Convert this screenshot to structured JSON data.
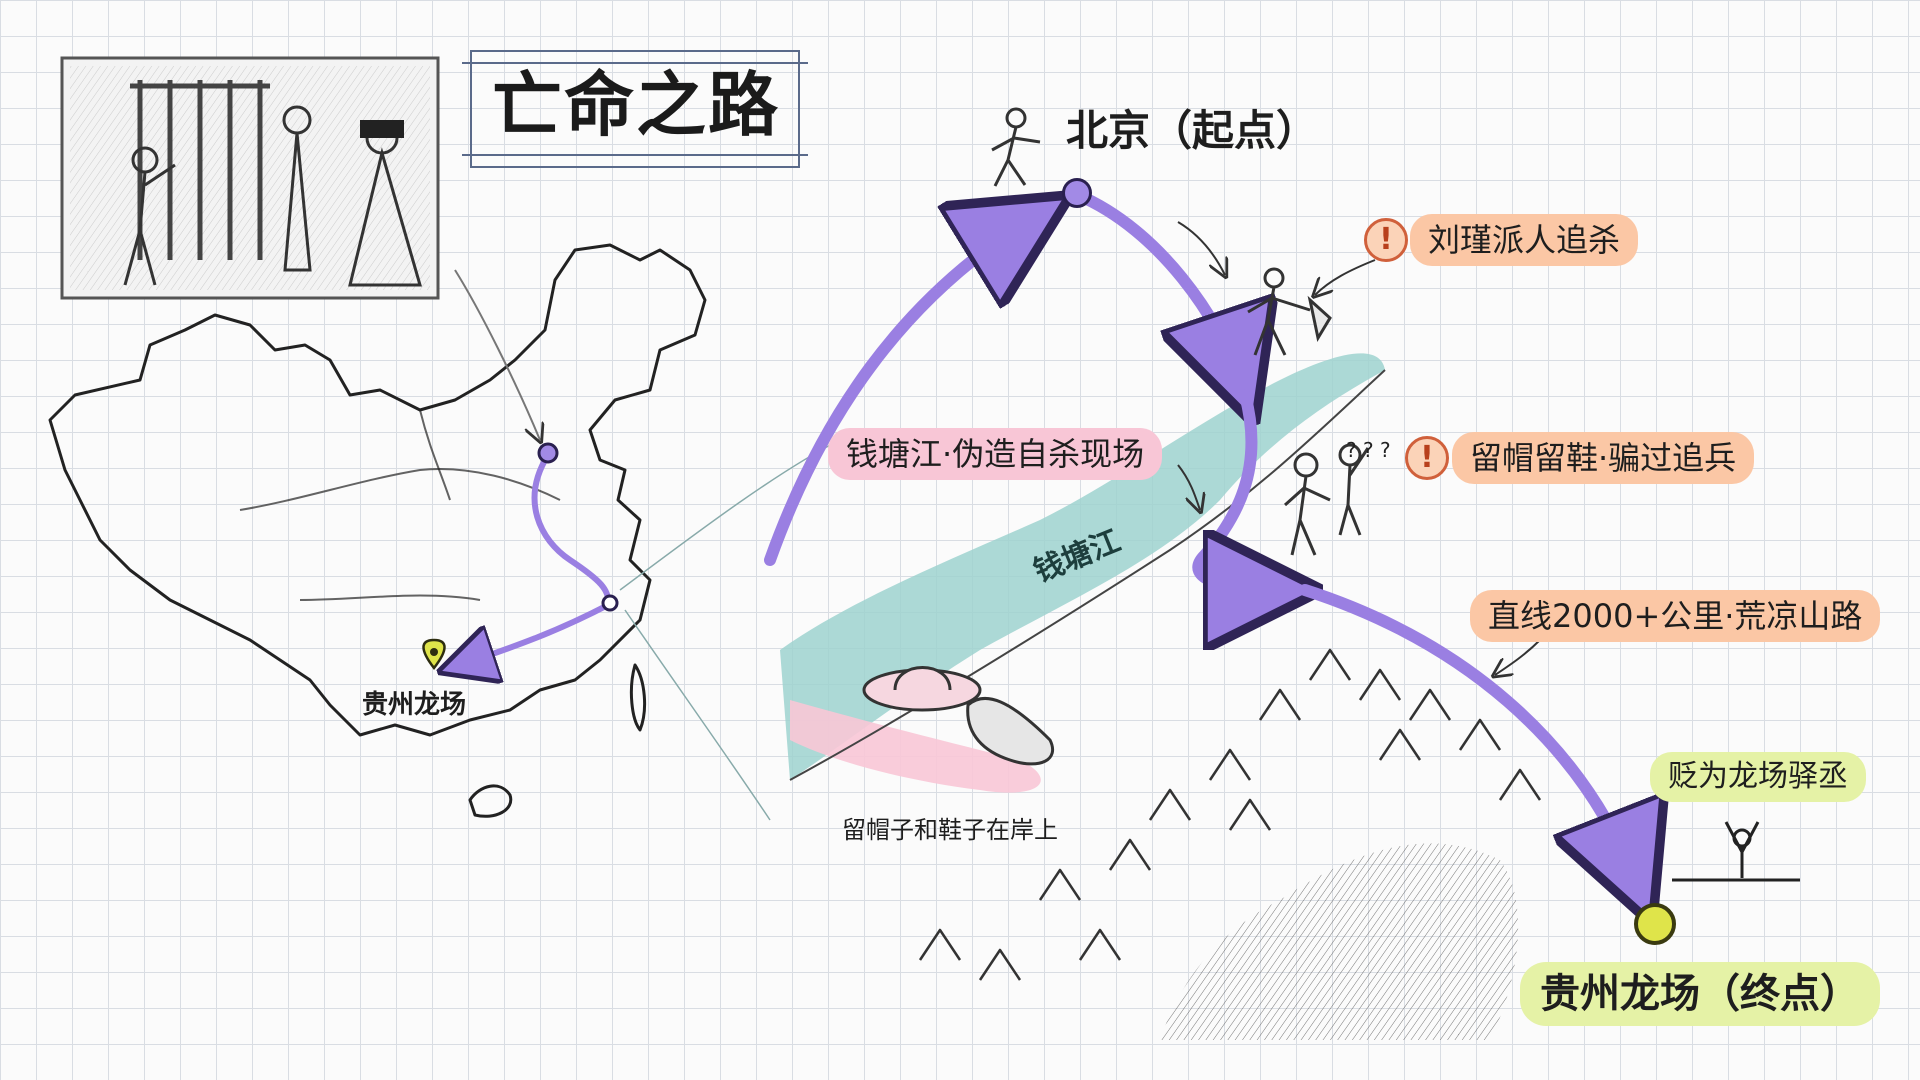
{
  "title": "亡命之路",
  "labels": {
    "beijing_start": "北京（起点）",
    "liu_jin": "刘瑾派人追杀",
    "qiantang_fake": "钱塘江·伪造自杀现场",
    "hat_shoes_trick": "留帽留鞋·骗过追兵",
    "qiantang_river": "钱塘江",
    "distance": "直线2000+公里·荒凉山路",
    "demoted": "贬为龙场驿丞",
    "guizhou_end": "贵州龙场（终点）",
    "guizhou_map": "贵州龙场",
    "hat_shoes_caption": "留帽子和鞋子在岸上",
    "question_marks": "? ? ?",
    "warning_mark": "!"
  },
  "colors": {
    "route_purple": "#9a7fe2",
    "route_purple_dark": "#2f2456",
    "pill_orange": "#fbc7a5",
    "pill_pink": "#f8c6d6",
    "pill_green": "#e5f2a6",
    "river_teal": "#9ed2cf",
    "end_yellow": "#dfe44a",
    "grid": "#d9dde3"
  },
  "icons": {
    "prison_scene": "prison-scene-icon",
    "running_man": "running-man-icon",
    "pursuer": "pursuer-icon",
    "confused_soldiers": "confused-soldiers-icon",
    "hat": "hat-icon",
    "shoe": "shoe-icon",
    "mountains": "mountains-icon",
    "arms_raised_figure": "arms-raised-figure-icon",
    "location_pin": "location-pin-icon",
    "warning": "warning-icon"
  }
}
